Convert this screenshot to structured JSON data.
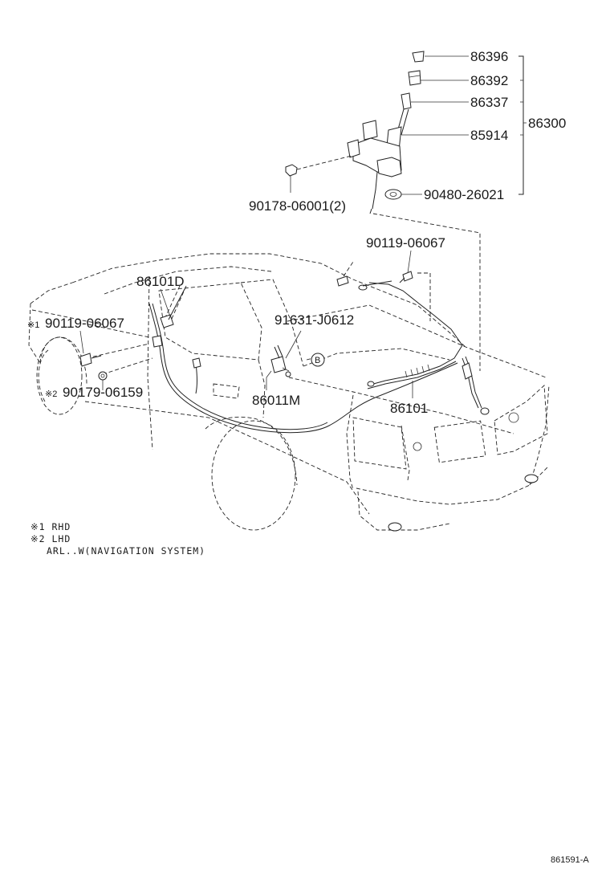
{
  "callouts": {
    "p86396": "86396",
    "p86392": "86392",
    "p86337": "86337",
    "p85914": "85914",
    "p86300": "86300",
    "p90480": "90480-26021",
    "p90178": "90178-06001(2)",
    "p90119_right": "90119-06067",
    "p86101D": "86101D",
    "p90119_left": "90119-06067",
    "p91631": "91631-J0612",
    "p90179": "90179-06159",
    "p86011M": "86011M",
    "p86101": "86101",
    "marker_b": "B"
  },
  "notes": {
    "mark1": "※1",
    "mark2": "※2",
    "rhd": "※1 RHD",
    "lhd": "※2 LHD",
    "arl": "ARL..W(NAVIGATION SYSTEM)"
  },
  "drawing_code": "861591-A",
  "colors": {
    "line": "#222222",
    "background": "#ffffff"
  }
}
